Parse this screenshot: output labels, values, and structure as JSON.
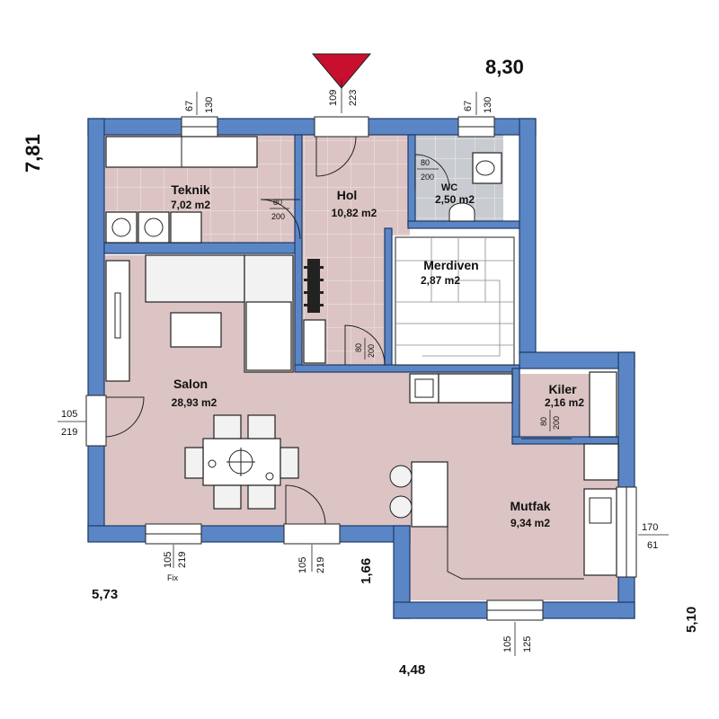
{
  "colors": {
    "wall": "#5b86c6",
    "wall_edge": "#1f3a66",
    "floor": "#dcc4c4",
    "floor_grey": "#c8ccd0",
    "entry_marker": "#c8102e"
  },
  "rooms": {
    "teknik": {
      "name": "Teknik",
      "area": "7,02 m2"
    },
    "hol": {
      "name": "Hol",
      "area": "10,82 m2"
    },
    "wc": {
      "name": "WC",
      "area": "2,50 m2"
    },
    "merdiven": {
      "name": "Merdiven",
      "area": "2,87 m2"
    },
    "salon": {
      "name": "Salon",
      "area": "28,93 m2"
    },
    "kiler": {
      "name": "Kiler",
      "area": "2,16 m2"
    },
    "mutfak": {
      "name": "Mutfak",
      "area": "9,34 m2"
    }
  },
  "overall_dims": {
    "width_top": "8,30",
    "height_left": "7,81",
    "bottom_left": "5,73",
    "bottom_right": "5,10",
    "bottom_mid": "4,48",
    "step": "1,66"
  },
  "openings": {
    "top_left_window": {
      "w": "67",
      "h": "130"
    },
    "top_door": {
      "w": "109",
      "h": "223"
    },
    "top_right_window": {
      "w": "67",
      "h": "130"
    },
    "left_window": {
      "w": "105",
      "h": "219"
    },
    "bottom_left_window": {
      "w": "105",
      "h": "219",
      "note": "Fix"
    },
    "bottom_door": {
      "w": "105",
      "h": "219"
    },
    "bottom_right_window": {
      "w": "105",
      "h": "125"
    },
    "right_window": {
      "w": "170",
      "h": "61"
    }
  },
  "doors": {
    "teknik": {
      "w": "80",
      "h": "200"
    },
    "wc": {
      "w": "80",
      "h": "200"
    },
    "hol": {
      "w": "80",
      "h": "200"
    },
    "kiler": {
      "w": "80",
      "h": "200"
    }
  }
}
